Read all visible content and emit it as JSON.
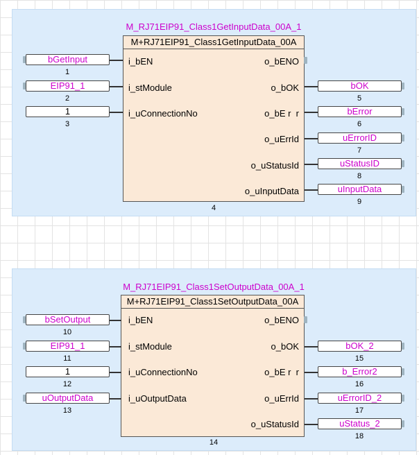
{
  "blocks": [
    {
      "instance": "M_RJ71EIP91_Class1GetInputData_00A_1",
      "fb_type": "M+RJ71EIP91_Class1GetInputData_00A",
      "block_number": "4",
      "inputs": [
        {
          "pin": "i_bEN",
          "var": "bGetInput",
          "num": "1"
        },
        {
          "pin": "i_stModule",
          "var": "EIP91_1",
          "num": "2"
        },
        {
          "pin": "i_uConnectionNo",
          "var": "1",
          "num": "3"
        }
      ],
      "outputs": [
        {
          "pin": "o_bENO"
        },
        {
          "pin": "o_bOK",
          "var": "bOK",
          "num": "5"
        },
        {
          "pin": "o_bE r  r",
          "var": "bError",
          "num": "6"
        },
        {
          "pin": "o_uErrId",
          "var": "uErrorID",
          "num": "7"
        },
        {
          "pin": "o_uStatusId",
          "var": "uStatusID",
          "num": "8"
        },
        {
          "pin": "o_uInputData",
          "var": "uInputData",
          "num": "9"
        }
      ]
    },
    {
      "instance": "M_RJ71EIP91_Class1SetOutputData_00A_1",
      "fb_type": "M+RJ71EIP91_Class1SetOutputData_00A",
      "block_number": "14",
      "inputs": [
        {
          "pin": "i_bEN",
          "var": "bSetOutput",
          "num": "10"
        },
        {
          "pin": "i_stModule",
          "var": "EIP91_1",
          "num": "11"
        },
        {
          "pin": "i_uConnectionNo",
          "var": "1",
          "num": "12"
        },
        {
          "pin": "i_uOutputData",
          "var": "uOutputData",
          "num": "13"
        }
      ],
      "outputs": [
        {
          "pin": "o_bENO"
        },
        {
          "pin": "o_bOK",
          "var": "bOK_2",
          "num": "15"
        },
        {
          "pin": "o_bE r  r",
          "var": "b_Error2",
          "num": "16"
        },
        {
          "pin": "o_uErrId",
          "var": "uErrorID_2",
          "num": "17"
        },
        {
          "pin": "o_uStatusId",
          "var": "uStatus_2",
          "num": "18"
        }
      ]
    }
  ],
  "colors": {
    "variable_text": "#cc00cc",
    "block_fill": "#fbe9d7",
    "zone_fill": "#dcecfb"
  }
}
